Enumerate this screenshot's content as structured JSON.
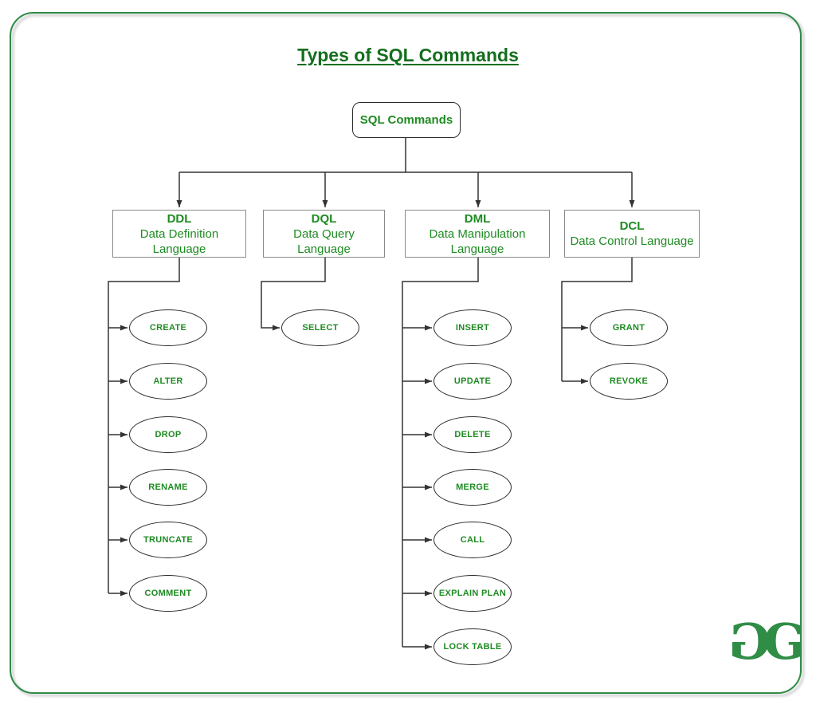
{
  "title": "Types of SQL Commands",
  "root": {
    "label": "SQL Commands"
  },
  "columns": [
    {
      "abbr": "DDL",
      "name": "Data Definition\nLanguage",
      "items": [
        "CREATE",
        "ALTER",
        "DROP",
        "RENAME",
        "TRUNCATE",
        "COMMENT"
      ]
    },
    {
      "abbr": "DQL",
      "name": "Data Query\nLanguage",
      "items": [
        "SELECT"
      ]
    },
    {
      "abbr": "DML",
      "name": "Data Manipulation\nLanguage",
      "items": [
        "INSERT",
        "UPDATE",
        "DELETE",
        "MERGE",
        "CALL",
        "EXPLAIN PLAN",
        "LOCK TABLE"
      ]
    },
    {
      "abbr": "DCL",
      "name": "Data Control Language",
      "items": [
        "GRANT",
        "REVOKE"
      ]
    }
  ],
  "logo": {
    "g1": "G",
    "g2": "G"
  },
  "colors": {
    "brand_green": "#2f8d46",
    "title_green": "#146e1e",
    "label_green": "#1e8b22",
    "line_color": "#333333",
    "category_border_gray": "#8a8a8a"
  }
}
